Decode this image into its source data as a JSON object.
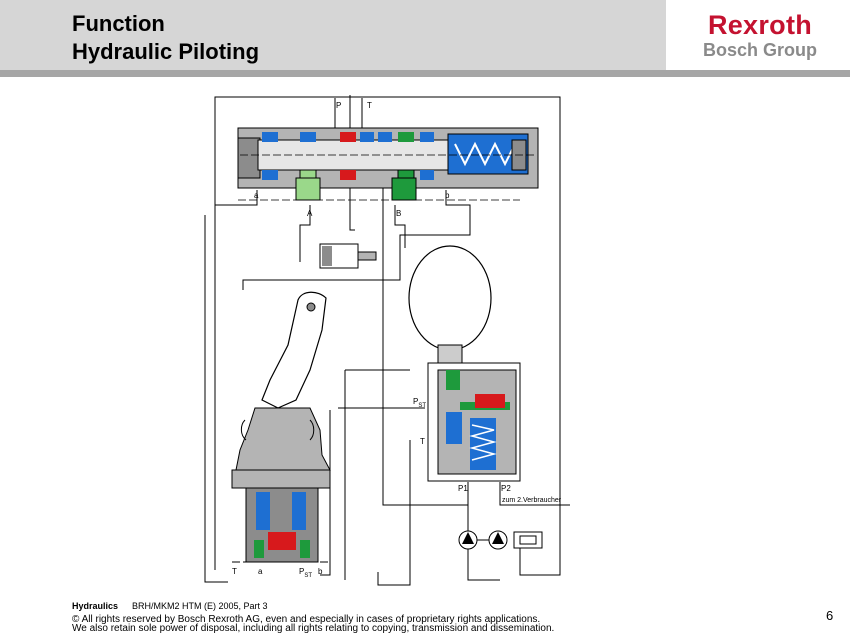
{
  "header": {
    "title_line1": "Function",
    "title_line2": "Hydraulic Piloting"
  },
  "logo": {
    "brand": "Rexroth",
    "group": "Bosch Group"
  },
  "diagram": {
    "port_p": "P",
    "port_t": "T",
    "port_a": "A",
    "port_b": "B",
    "pilot_a": "a",
    "pilot_b": "b",
    "pst_main": "P",
    "pst_sub": "ST",
    "valve_t": "T",
    "p1": "P1",
    "p2": "P2",
    "consumer": "zum 2.Verbraucher",
    "joy_t": "T",
    "joy_a": "a",
    "joy_pst_main": "P",
    "joy_pst_sub": "ST",
    "joy_b": "b"
  },
  "colors": {
    "blue": "#1e6fd2",
    "red": "#d7191c",
    "green": "#1e9a3c",
    "light_green": "#9ad88a",
    "grey": "#b4b4b4",
    "logo_red": "#c41230"
  },
  "footer": {
    "label": "Hydraulics",
    "reference": "BRH/MKM2  HTM (E) 2005, Part 3",
    "copyright_line1": "© All rights reserved by Bosch Rexroth AG, even and especially in cases of proprietary rights applications.",
    "copyright_line2": "We also retain sole power of disposal, including all rights relating to copying, transmission and dissemination.",
    "page_number": "6"
  }
}
